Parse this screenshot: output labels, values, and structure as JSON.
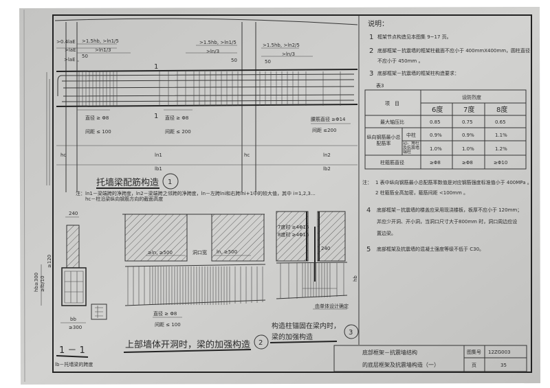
{
  "drawing": {
    "detail1": {
      "dims_top": [
        ">0.4laE",
        ">1.5hb, >ln1/5",
        ">laE",
        ">ln1/3",
        ">laE",
        "50",
        ">1.5hb, >ln1/5",
        ">ln/3",
        "50",
        ">1.5hb, >ln2/5",
        ">ln/3",
        "50"
      ],
      "section_mark": "1",
      "stirrup_left": {
        "diameter": "直径 ≥ Φ8",
        "spacing": "间距 ≤ 100"
      },
      "stirrup_mid": {
        "diameter": "直径 ≥ Φ8",
        "spacing": "间距 ≤ 200"
      },
      "waist_bar": {
        "diameter": "腰筋直径 ≥Φ14",
        "spacing": "间距 ≤200"
      },
      "dims_bottom": [
        "hc",
        "ln1",
        "hc",
        "ln2",
        "lb1",
        "lb2"
      ],
      "title": "托墙梁配筋构造",
      "number": "1",
      "note_line1": "注：ln1－梁端跨的净跨度，ln2－梁端跨之邻跨的净跨度，ln－左跨lni和右跨lni+1中的较大值，其中 i=1,2,3…",
      "note_line2": "hc－柱沿梁纵向钢筋方向的截面高度"
    },
    "section11": {
      "width_dim": "240",
      "height_dims": [
        "hb≥300",
        "≥lb/10",
        "≥120"
      ],
      "bb_label": "bb",
      "bb_min": "≥300",
      "title": "1 － 1",
      "caption": "lb－托墙梁的跨度"
    },
    "detail2": {
      "dim_left": "≥ln, ≥500",
      "opening_label": "洞口宽",
      "dim_right": "ln, ≥500",
      "stirrup_diameter": "直径 ≥ Φ8",
      "stirrup_spacing": "间距 ≤ 100",
      "title": "上部墙体开洞时，梁的加强构造",
      "number": "2"
    },
    "detail3": {
      "labels": [
        "7度时 ≥4Φ16",
        "8度时 ≥4Φ16",
        "240",
        "hb"
      ],
      "note": "由单体设计确定",
      "title_line1": "构造柱锚固在梁内时，",
      "title_line2": "梁的加强构造",
      "number": "3"
    }
  },
  "notes": {
    "heading": "说明：",
    "items": [
      {
        "num": "1",
        "text": "框架节点构造见本图集 9~17 页。"
      },
      {
        "num": "2",
        "text": "底部框架－抗震墙的框架柱截面不应小于 400mmX400mm，圆柱直径",
        "text2": "不应小于 450mm 。"
      },
      {
        "num": "3",
        "text": "底部框架－抗震墙的框架柱构造要求："
      }
    ],
    "table_caption": "表3",
    "table": {
      "item_header": "项　目",
      "group_header": "设防烈度",
      "columns": [
        "6度",
        "7度",
        "8度"
      ],
      "rows": [
        {
          "label": "最大轴压比",
          "values": [
            "0.85",
            "0.75",
            "0.65"
          ]
        },
        {
          "label": "纵向钢筋最小总配筋率",
          "sub": "中柱",
          "values": [
            "0.9%",
            "0.9%",
            "1.1%"
          ]
        },
        {
          "sub": "边、角柱及抗震墙端柱",
          "values": [
            "1.0%",
            "1.0%",
            "1.2%"
          ]
        },
        {
          "label": "柱箍筋直径",
          "values": [
            "≥Φ8",
            "≥Φ8",
            "≥Φ10"
          ]
        }
      ]
    },
    "table_notes_prefix": "注：",
    "table_notes": [
      "1  表中纵向钢筋最小总配筋率数值是对应钢筋强度标准值小于 400MPa 。",
      "2  柱箍筋全高加密，箍筋间距 <100mm 。"
    ],
    "item4_num": "4",
    "item4_lines": [
      "底部框架－抗震墙的楼盖应采用现浇楼板，板厚不应小于 120mm；",
      "并应少开洞、开小洞，当洞口尺寸大于800mm 时，洞口周边应设",
      "置边梁。"
    ],
    "item5_num": "5",
    "item5": "底部框架及抗震墙的混凝土强度等级不低于 C30。"
  },
  "title_block": {
    "title_line1": "底部框架－抗震墙结构",
    "title_line2": "的底层框架及抗震墙构造（一）",
    "atlas_label": "图集号",
    "atlas_number": "12ZG003",
    "page_label": "页",
    "page_number": "35"
  }
}
